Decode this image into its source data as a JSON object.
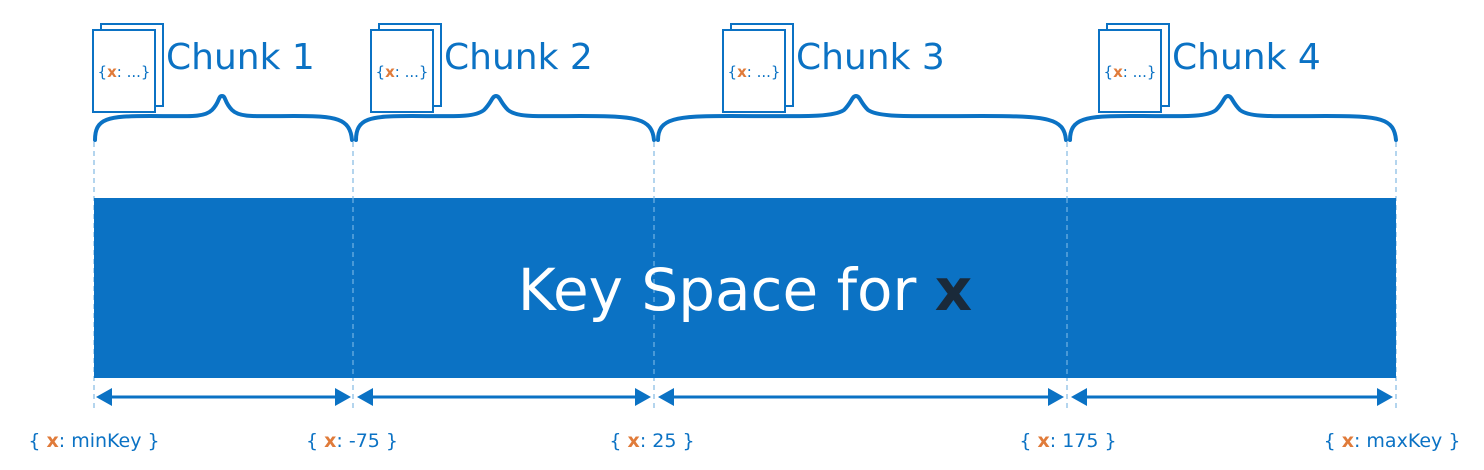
{
  "title": {
    "prefix": "Key Space for ",
    "key": "x"
  },
  "doc_icon": {
    "open": "{",
    "key": "x",
    "rest": ": ...",
    "close": "}"
  },
  "chunks": [
    {
      "label": "Chunk 1"
    },
    {
      "label": "Chunk 2"
    },
    {
      "label": "Chunk 3"
    },
    {
      "label": "Chunk 4"
    }
  ],
  "boundaries": [
    {
      "open": "{ ",
      "key": "x",
      "value": ": minKey",
      "close": " }"
    },
    {
      "open": "{ ",
      "key": "x",
      "value": ": -75",
      "close": " }"
    },
    {
      "open": "{ ",
      "key": "x",
      "value": ": 25",
      "close": " }"
    },
    {
      "open": "{ ",
      "key": "x",
      "value": ": 175",
      "close": " }"
    },
    {
      "open": "{ ",
      "key": "x",
      "value": ": maxKey",
      "close": " }"
    }
  ],
  "colors": {
    "primary": "#0b72c4",
    "key_accent": "#e07b3a",
    "dark_text": "#1a2a3a",
    "guide": "#9cc7e8",
    "bar_text": "#ffffff"
  }
}
